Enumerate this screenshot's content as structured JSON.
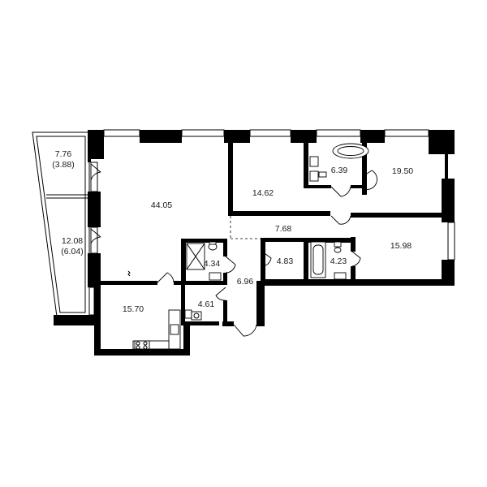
{
  "rooms": {
    "loggia_top": {
      "area": "7.76",
      "area_reduced": "(3.88)"
    },
    "loggia_bottom": {
      "area": "12.08",
      "area_reduced": "(6.04)"
    },
    "living": {
      "area": "44.05"
    },
    "bedroom_middle": {
      "area": "14.62"
    },
    "bath_master": {
      "area": "6.39"
    },
    "bedroom_top_right": {
      "area": "19.50"
    },
    "corridor": {
      "area": "7.68"
    },
    "bedroom_bottom_right": {
      "area": "15.98"
    },
    "shower_room": {
      "area": "4.34"
    },
    "storage": {
      "area": "4.83"
    },
    "bathroom": {
      "area": "4.23"
    },
    "hall": {
      "area": "6.96"
    },
    "kitchen": {
      "area": "15.70"
    },
    "wc": {
      "area": "4.61"
    }
  },
  "colors": {
    "wall": "#000000",
    "background": "#ffffff",
    "text": "#1a1a1a"
  }
}
